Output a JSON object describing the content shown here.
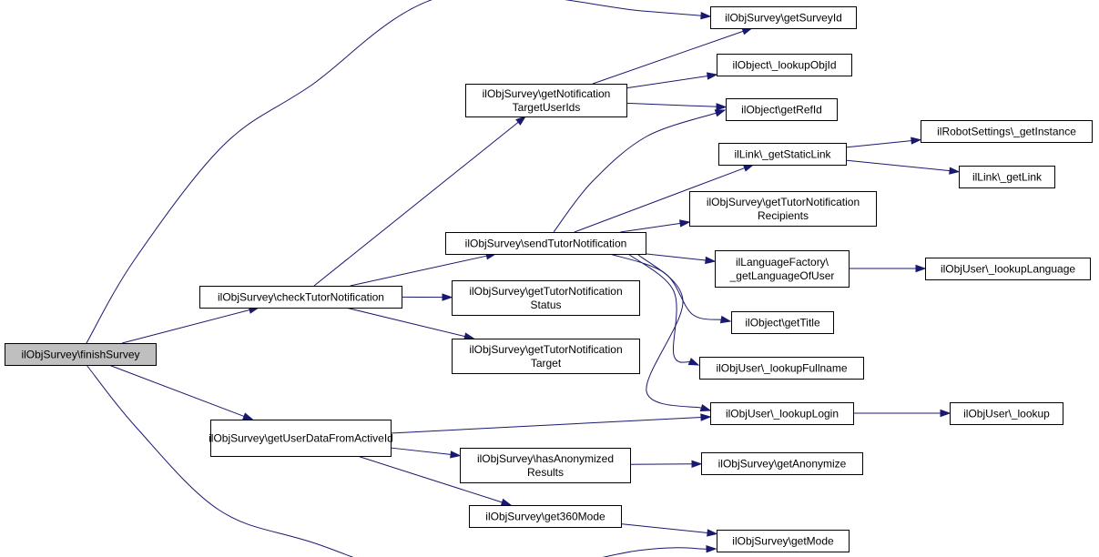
{
  "graph": {
    "colors": {
      "edge": "#191970",
      "node_fill": "#ffffff",
      "root_fill": "#bfbfbf",
      "border": "#000000"
    },
    "nodes": {
      "finishSurvey": {
        "lines": [
          "ilObjSurvey\\finishSurvey"
        ],
        "root": true
      },
      "checkTutorNotification": {
        "lines": [
          "ilObjSurvey\\checkTutorNotification"
        ]
      },
      "getUserDataFromActiveId": {
        "lines": [
          "ilObjSurvey\\getUserDataFromActiveId"
        ]
      },
      "getNotificationTargetUserIds": {
        "lines": [
          "ilObjSurvey\\getNotification",
          "TargetUserIds"
        ]
      },
      "sendTutorNotification": {
        "lines": [
          "ilObjSurvey\\sendTutorNotification"
        ]
      },
      "getTutorNotificationStatus": {
        "lines": [
          "ilObjSurvey\\getTutorNotification",
          "Status"
        ]
      },
      "getTutorNotificationTarget": {
        "lines": [
          "ilObjSurvey\\getTutorNotification",
          "Target"
        ]
      },
      "hasAnonymizedResults": {
        "lines": [
          "ilObjSurvey\\hasAnonymized",
          "Results"
        ]
      },
      "get360Mode": {
        "lines": [
          "ilObjSurvey\\get360Mode"
        ]
      },
      "getSurveyId": {
        "lines": [
          "ilObjSurvey\\getSurveyId"
        ]
      },
      "lookupObjId": {
        "lines": [
          "ilObject\\_lookupObjId"
        ]
      },
      "getRefId": {
        "lines": [
          "ilObject\\getRefId"
        ]
      },
      "getStaticLink": {
        "lines": [
          "ilLink\\_getStaticLink"
        ]
      },
      "getTutorNotificationRecipients": {
        "lines": [
          "ilObjSurvey\\getTutorNotification",
          "Recipients"
        ]
      },
      "getLanguageOfUser": {
        "lines": [
          "ilLanguageFactory\\",
          "_getLanguageOfUser"
        ]
      },
      "getTitle": {
        "lines": [
          "ilObject\\getTitle"
        ]
      },
      "lookupFullname": {
        "lines": [
          "ilObjUser\\_lookupFullname"
        ]
      },
      "lookupLogin": {
        "lines": [
          "ilObjUser\\_lookupLogin"
        ]
      },
      "getAnonymize": {
        "lines": [
          "ilObjSurvey\\getAnonymize"
        ]
      },
      "getMode": {
        "lines": [
          "ilObjSurvey\\getMode"
        ]
      },
      "robotGetInstance": {
        "lines": [
          "ilRobotSettings\\_getInstance"
        ]
      },
      "getLink": {
        "lines": [
          "ilLink\\_getLink"
        ]
      },
      "lookupLanguage": {
        "lines": [
          "ilObjUser\\_lookupLanguage"
        ]
      },
      "lookup": {
        "lines": [
          "ilObjUser\\_lookup"
        ]
      }
    },
    "edges": [
      [
        "finishSurvey",
        "getSurveyId"
      ],
      [
        "finishSurvey",
        "checkTutorNotification"
      ],
      [
        "finishSurvey",
        "getUserDataFromActiveId"
      ],
      [
        "finishSurvey",
        "getMode"
      ],
      [
        "checkTutorNotification",
        "getNotificationTargetUserIds"
      ],
      [
        "checkTutorNotification",
        "sendTutorNotification"
      ],
      [
        "checkTutorNotification",
        "getTutorNotificationStatus"
      ],
      [
        "checkTutorNotification",
        "getTutorNotificationTarget"
      ],
      [
        "getNotificationTargetUserIds",
        "getSurveyId"
      ],
      [
        "getNotificationTargetUserIds",
        "lookupObjId"
      ],
      [
        "getNotificationTargetUserIds",
        "getRefId"
      ],
      [
        "sendTutorNotification",
        "getRefId"
      ],
      [
        "sendTutorNotification",
        "getStaticLink"
      ],
      [
        "sendTutorNotification",
        "getTutorNotificationRecipients"
      ],
      [
        "sendTutorNotification",
        "getLanguageOfUser"
      ],
      [
        "sendTutorNotification",
        "getTitle"
      ],
      [
        "sendTutorNotification",
        "lookupFullname"
      ],
      [
        "sendTutorNotification",
        "lookupLogin"
      ],
      [
        "getStaticLink",
        "robotGetInstance"
      ],
      [
        "getStaticLink",
        "getLink"
      ],
      [
        "getLanguageOfUser",
        "lookupLanguage"
      ],
      [
        "getUserDataFromActiveId",
        "lookupLogin"
      ],
      [
        "getUserDataFromActiveId",
        "hasAnonymizedResults"
      ],
      [
        "getUserDataFromActiveId",
        "get360Mode"
      ],
      [
        "hasAnonymizedResults",
        "getAnonymize"
      ],
      [
        "get360Mode",
        "getMode"
      ],
      [
        "lookupLogin",
        "lookup"
      ]
    ]
  }
}
